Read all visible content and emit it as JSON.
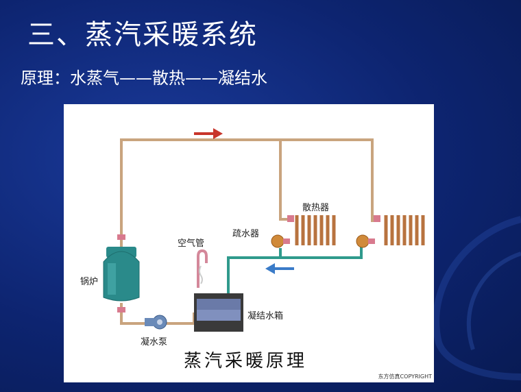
{
  "slide": {
    "title": "三、蒸汽采暖系统",
    "subtitle": "原理：水蒸气——散热——凝结水"
  },
  "diagram": {
    "labels": {
      "radiator": "散热器",
      "steam_trap": "疏水器",
      "air_pipe": "空气管",
      "boiler": "锅炉",
      "condensate_tank": "凝结水箱",
      "condensate_pump": "凝水泵"
    },
    "caption": "蒸汽采暖原理",
    "copyright": "东方仿真COPYRIGHT"
  },
  "colors": {
    "steam_pipe": "#c9a47e",
    "condensate_pipe": "#2f9a8c",
    "steam_arrow": "#c8352b",
    "condensate_arrow": "#3a7bc8",
    "boiler": "#2a8a8a"
  }
}
